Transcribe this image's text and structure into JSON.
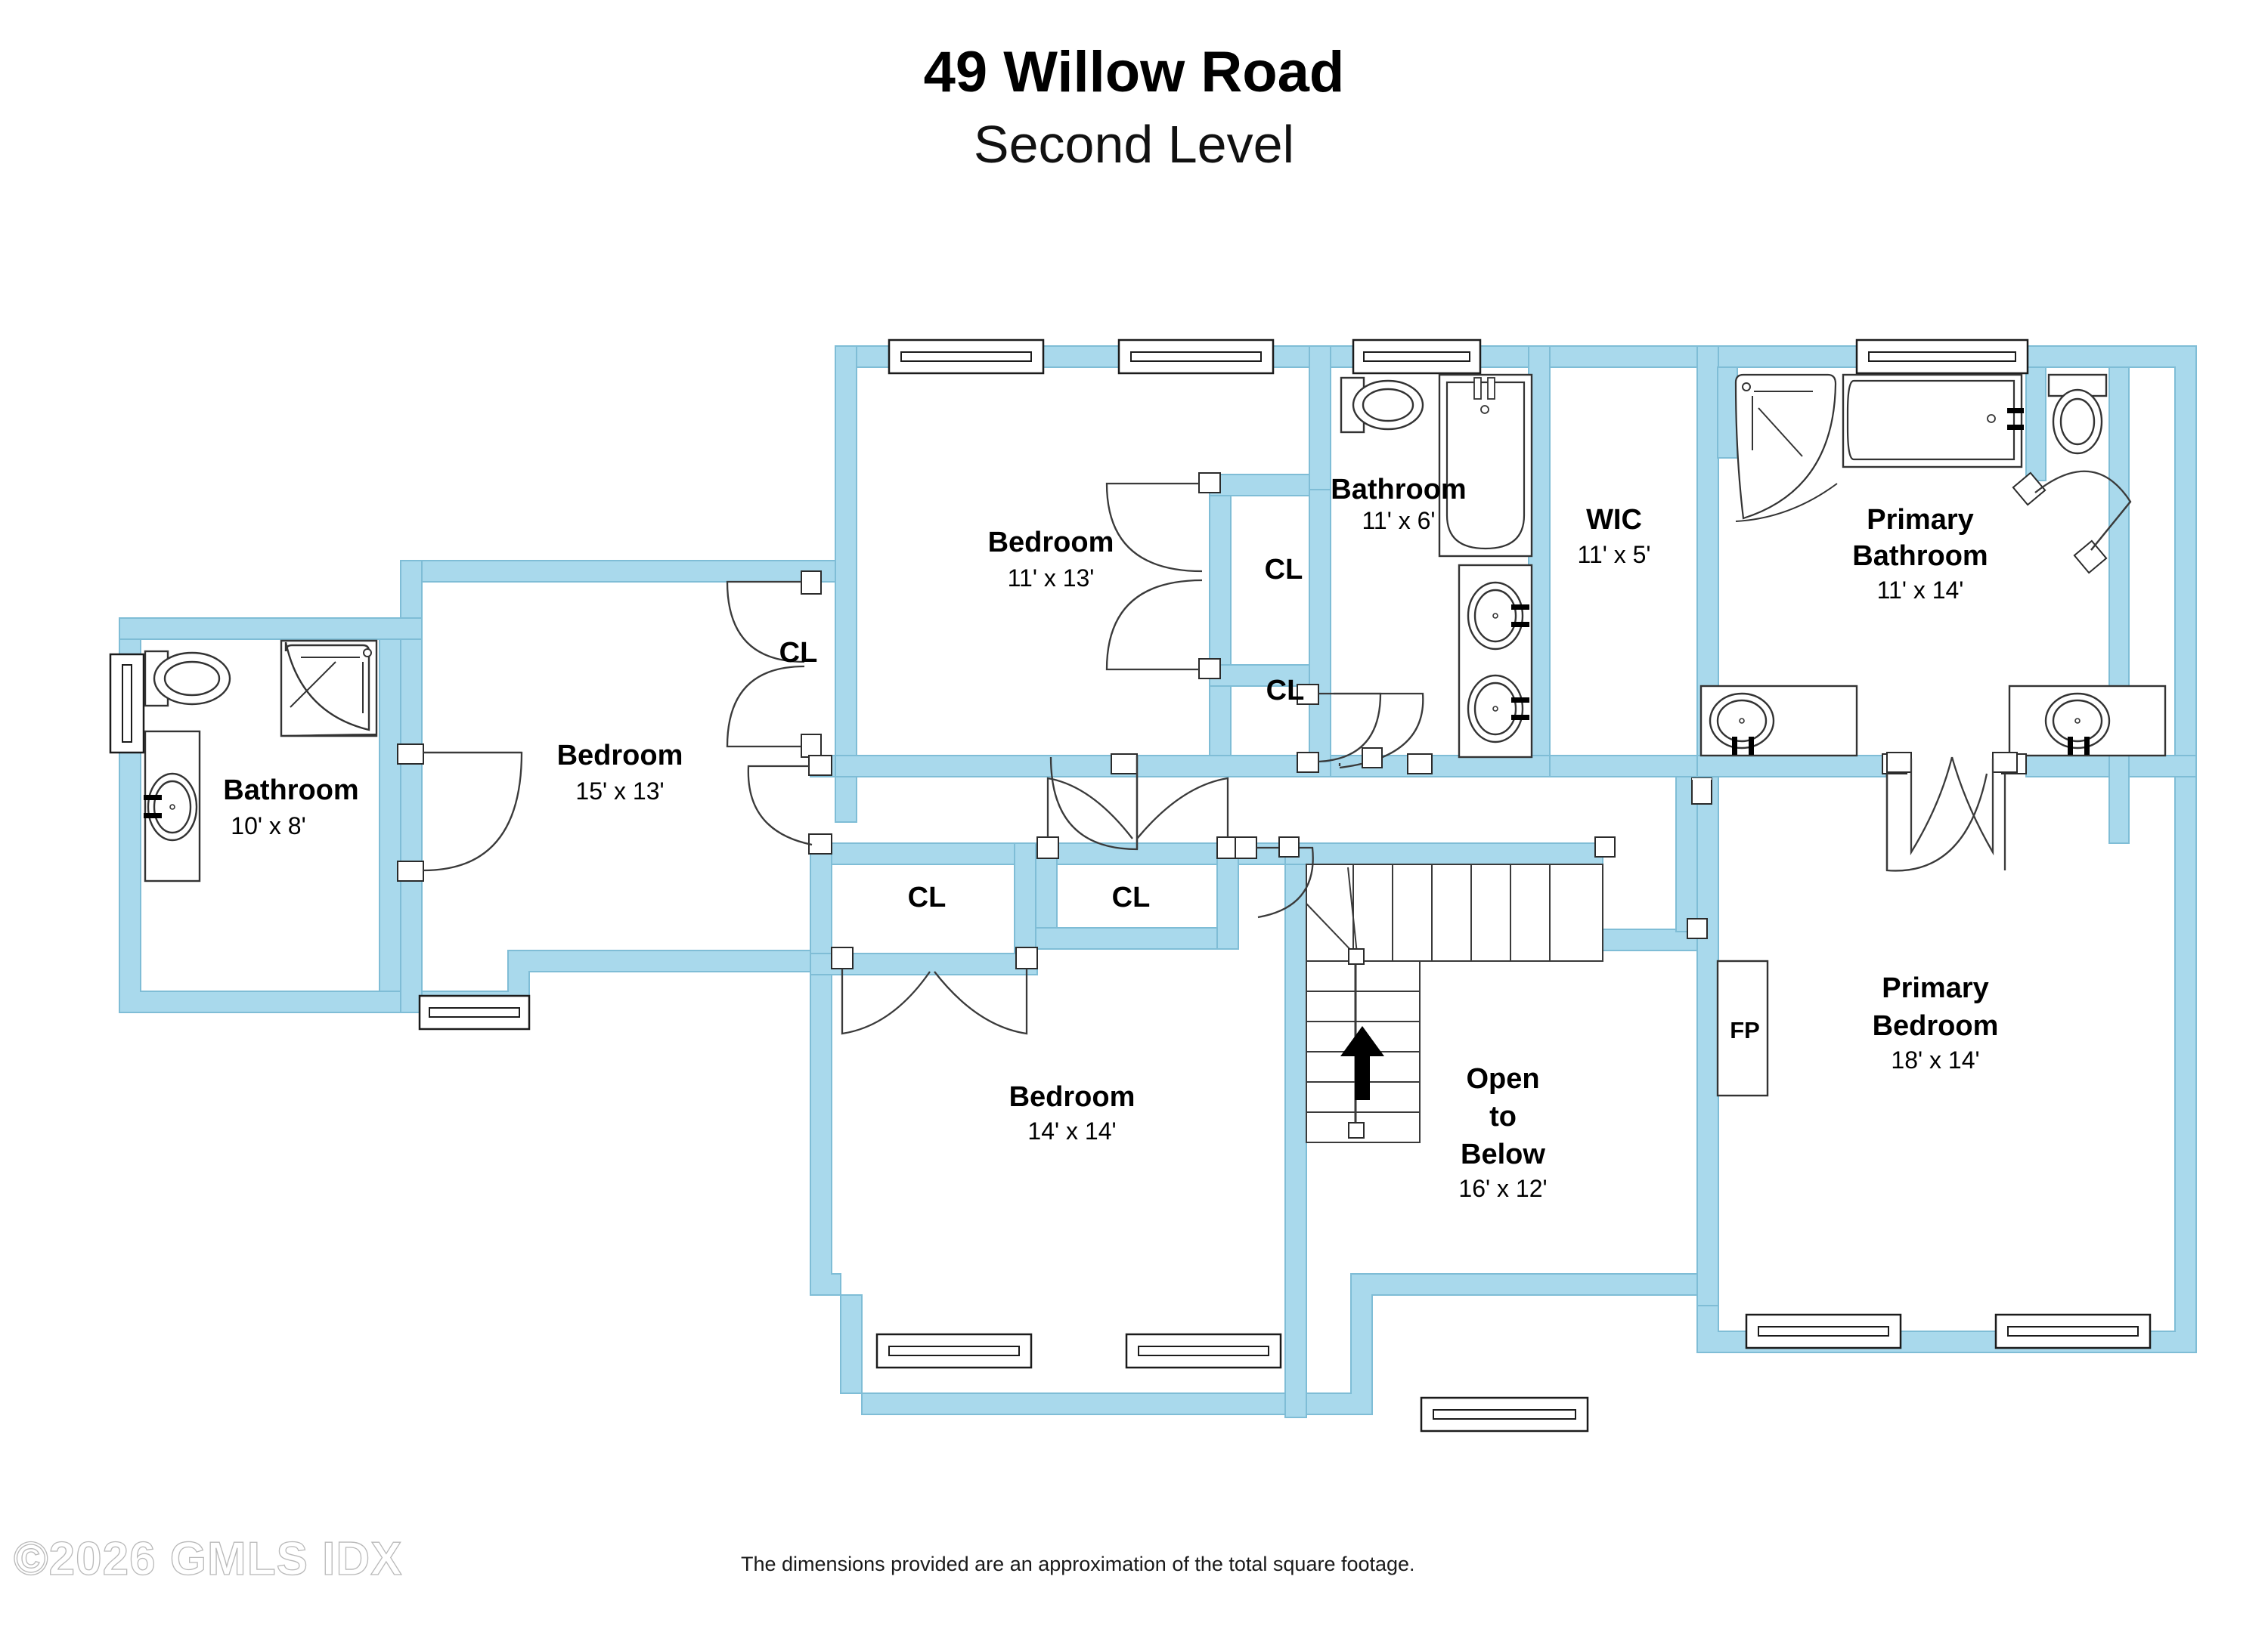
{
  "header": {
    "title": "49 Willow Road",
    "subtitle": "Second Level"
  },
  "footer": {
    "copyright": "©2026 GMLS IDX",
    "disclaimer": "The dimensions provided are an approximation of the total square footage."
  },
  "colors": {
    "wall_fill": "#a9d9ec",
    "wall_stroke": "#8cc6dd",
    "fixture_stroke": "#333333",
    "label_text": "#000000",
    "page_background": "#ffffff"
  },
  "rooms": [
    {
      "key": "bathroom_left",
      "name": "Bathroom",
      "dim": "10' x 8'"
    },
    {
      "key": "bedroom_15x13",
      "name": "Bedroom",
      "dim": "15' x 13'"
    },
    {
      "key": "bedroom_11x13",
      "name": "Bedroom",
      "dim": "11' x 13'"
    },
    {
      "key": "bathroom_11x6",
      "name": "Bathroom",
      "dim": "11' x 6'"
    },
    {
      "key": "wic",
      "name": "WIC",
      "dim": "11' x 5'"
    },
    {
      "key": "primary_bathroom",
      "name": "Primary\nBathroom",
      "name_line1": "Primary",
      "name_line2": "Bathroom",
      "dim": "11' x 14'"
    },
    {
      "key": "primary_bedroom",
      "name_line1": "Primary",
      "name_line2": "Bedroom",
      "dim": "18' x 14'"
    },
    {
      "key": "bedroom_14x14",
      "name": "Bedroom",
      "dim": "14' x 14'"
    },
    {
      "key": "open_to_below",
      "name_line1": "Open",
      "name_line2": "to",
      "name_line3": "Below",
      "dim": "16' x 12'"
    }
  ],
  "closets": [
    {
      "key": "cl_bedroom15_north",
      "label": "CL"
    },
    {
      "key": "cl_bedroom11_upper",
      "label": "CL"
    },
    {
      "key": "cl_bedroom11_lower",
      "label": "CL"
    },
    {
      "key": "cl_bedroom14_left",
      "label": "CL"
    },
    {
      "key": "cl_bedroom14_right",
      "label": "CL"
    }
  ],
  "annotations": [
    {
      "key": "fireplace",
      "label": "FP"
    }
  ],
  "icons": [
    "toilet-icon",
    "shower-corner-icon",
    "bathtub-icon",
    "sink-icon",
    "vanity-icon",
    "door-swing-icon",
    "window-icon",
    "stair-icon",
    "stair-up-arrow-icon",
    "fireplace-icon"
  ]
}
